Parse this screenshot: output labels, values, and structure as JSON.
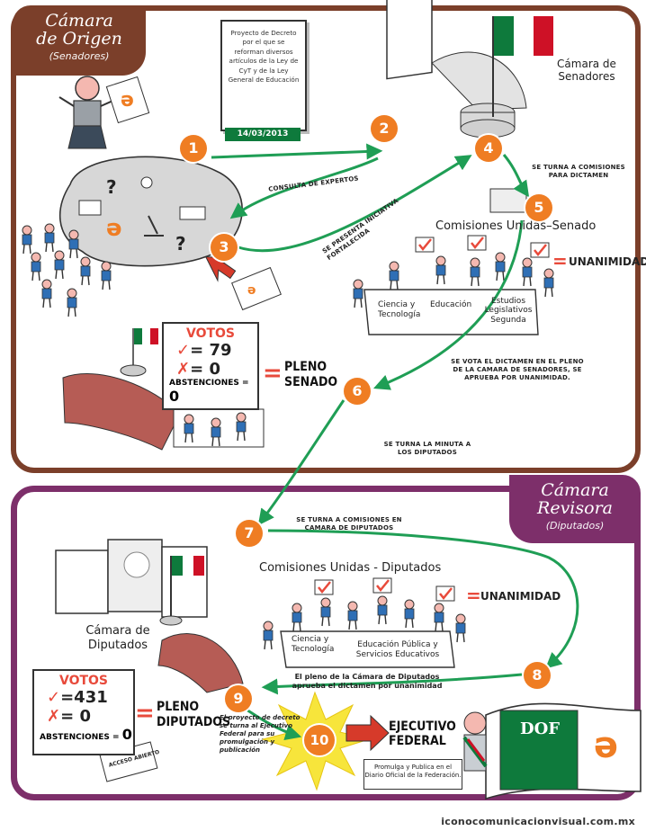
{
  "top_panel": {
    "title_line1": "Cámara",
    "title_line2": "de Origen",
    "subtitle": "(Senadores)",
    "initiative_doc": "Proyecto de Decreto por el que se reforman diversos artículos de la Ley de CyT y de la Ley General de Educación",
    "initiative_date": "14/03/2013",
    "camara_senadores": "Cámara de Senadores",
    "consulta": "CONSULTA DE EXPERTOS",
    "fortalecida": "SE PRESENTA INICIATIVA FORTALECIDA",
    "turna_comisiones": "SE TURNA A COMISIONES PARA DICTAMEN",
    "comisiones_title": "Comisiones Unidas–Senado",
    "unanimidad": "UNANIMIDAD",
    "comisiones": [
      "Ciencia y Tecnología",
      "Educación",
      "Estudios Legislativos Segunda"
    ],
    "vota_dictamen": "SE VOTA EL DICTAMEN EN EL PLENO DE LA CAMARA DE SENADORES, SE APRUEBA POR UNANIMIDAD.",
    "votos_title": "VOTOS",
    "votos_si": "= 79",
    "votos_no": "= 0",
    "abstenciones_label": "ABSTENCIONES =",
    "abstenciones_value": "0",
    "pleno": "PLENO SENADO",
    "turna_minuta": "SE TURNA LA MINUTA A LOS DIPUTADOS"
  },
  "bottom_panel": {
    "title_line1": "Cámara",
    "title_line2": "Revisora",
    "subtitle": "(Diputados)",
    "turna_comisiones": "SE TURNA A COMISIONES EN CAMARA DE DIPUTADOS",
    "comisiones_title": "Comisiones Unidas - Diputados",
    "unanimidad": "UNANIMIDAD",
    "comisiones": [
      "Ciencia y Tecnología",
      "Educación Pública y Servicios Educativos"
    ],
    "camara_diputados": "Cámara de Diputados",
    "pleno_aprueba": "El pleno de la Cámara de Diputados aprueba el dictamen por unanimidad",
    "votos_title": "VOTOS",
    "votos_si": "=431",
    "votos_no": "= 0",
    "abstenciones_label": "ABSTENCIONES =",
    "abstenciones_value": "0",
    "pleno": "PLENO DIPUTADOS",
    "acceso_abierto": "ACCESO ABIERTO",
    "turna_ejecutivo": "El proyecto de decreto se turna al Ejecutivo Federal para su promulgación y publicación",
    "ejecutivo": "EJECUTIVO FEDERAL",
    "promulga": "Promulga y Publica en el Diario Oficial de la Federación.",
    "dof": "DOF"
  },
  "steps": [
    "1",
    "2",
    "3",
    "4",
    "5",
    "6",
    "7",
    "8",
    "9",
    "10"
  ],
  "footer": "iconocomunicacionvisual.com.mx",
  "colors": {
    "top_frame": "#7b3f2a",
    "bottom_frame": "#7d2f6a",
    "step_orange": "#ef7d23",
    "arrow_green": "#1f9e55",
    "check_red": "#e84a3b",
    "flag_green": "#0e7a3c",
    "flag_red": "#ce1126"
  }
}
